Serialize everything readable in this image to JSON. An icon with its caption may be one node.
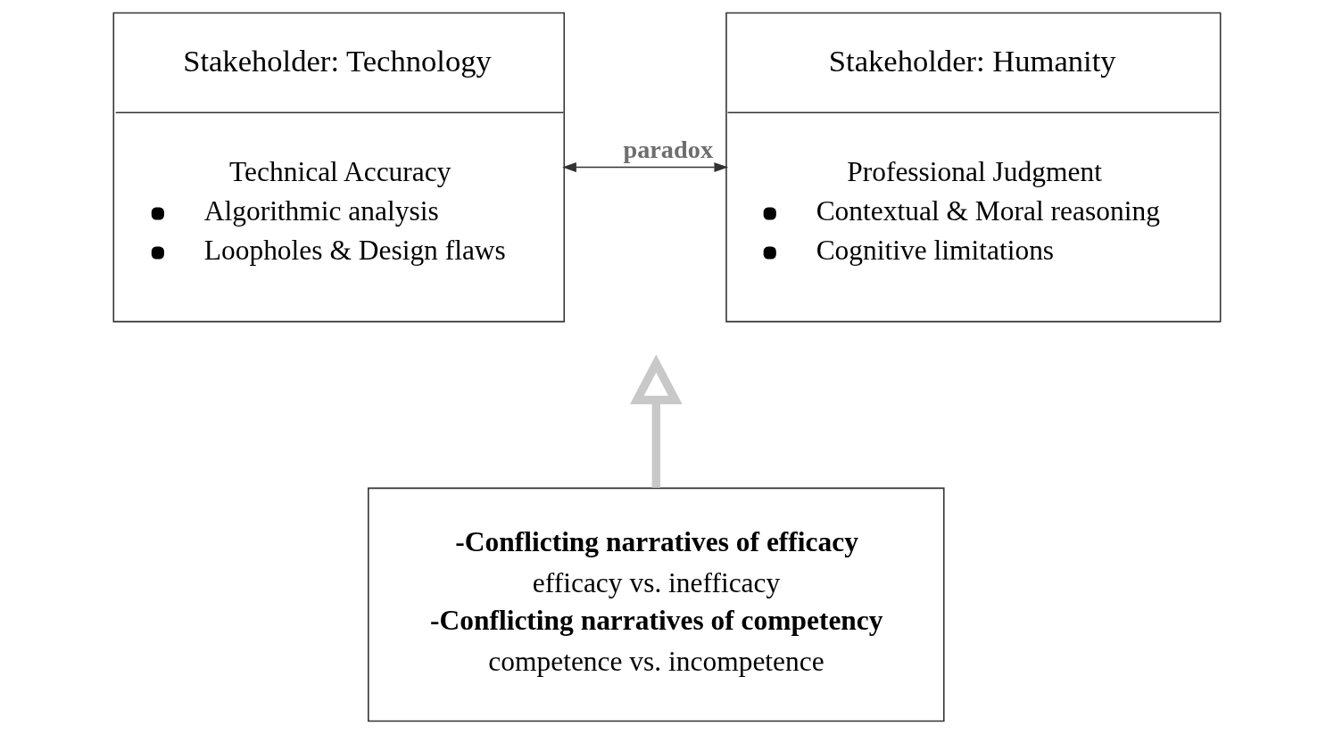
{
  "diagram": {
    "nodes": [
      {
        "text": [
          "Stakeholder: Technology",
          "Technical Accuracy",
          "Algorithmic analysis",
          "Loopholes & Design flaws"
        ]
      },
      {
        "text": [
          "Stakeholder: Humanity",
          "Professional Judgment",
          "Contextual & Moral reasoning",
          "Cognitive limitations"
        ]
      },
      {
        "text": [
          "-Conflicting narratives of efficacy",
          "efficacy vs. inefficacy",
          "-Conflicting narratives of competency",
          "competence vs. incompetence"
        ]
      }
    ],
    "edges": [
      {
        "from": 0,
        "to": 1,
        "arrow": "both",
        "label": "paradox"
      },
      {
        "from": 2,
        "to": null,
        "arrow": "to",
        "style": "thick",
        "color": "#c8c8c8"
      }
    ]
  }
}
